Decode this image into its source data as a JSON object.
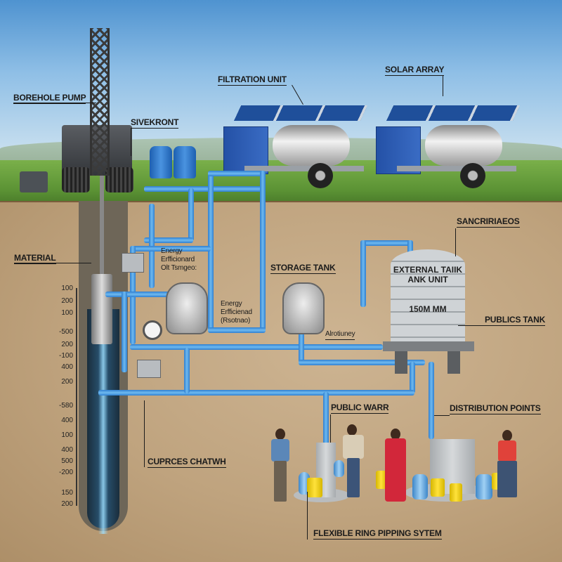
{
  "diagram": {
    "type": "illustrated infographic",
    "subject": "borehole water supply and public distribution system",
    "colors": {
      "pipe_blue": "#4aa3e6",
      "soil": "#bfa37e",
      "grass": "#5b9234",
      "sky": "#8fbfe6",
      "label_text": "#1b1b1b"
    }
  },
  "labels": {
    "borehole_pump": "BOREHOLE PUMP",
    "sivekront": "SIVEKRONT",
    "filtration_unit": "FILTRATION UNIT",
    "solar_array": "SOLAR ARRAY",
    "material": "MATERIAL",
    "energy_note_1": [
      "Energy",
      "Erfficionard",
      "Olt Tsmgeo:"
    ],
    "energy_note_2": [
      "Energy",
      "Erfficienad",
      "(Rsotnao)"
    ],
    "storage_tank": "STORAGE TANK",
    "sancririlaeos": "SANCRIRIAEOS",
    "external_tank_line1": "EXTERNAL TAIIK",
    "external_tank_line2": "ANK UNIT",
    "tank_capacity": "150M MM",
    "publics_tank": "PUBLICS TANK",
    "alrotiuney": "Alrotiuney",
    "public_warr": "PUBLIC WARR",
    "distribution_points": "DISTRIBUTION POINTS",
    "cuprces_chatwh": "CUPRCES CHATWH",
    "flexible_ring": "FLEXIBLE RING PIPPING SYTEM"
  },
  "depth_scale": {
    "ticks": [
      "100",
      "200",
      "100",
      "-500",
      "200",
      "-100",
      "400",
      "200",
      "-580",
      "400",
      "100",
      "400",
      "500",
      "-200",
      "150",
      "200"
    ]
  },
  "components": {
    "drilling_rig": "drilling rig with tracked base",
    "trailers": [
      "solar-powered filtration trailer",
      "solar-powered filtration trailer"
    ],
    "surface_drums": 2,
    "filters_underground": 2,
    "distribution_kiosks": 2,
    "people": 4
  }
}
